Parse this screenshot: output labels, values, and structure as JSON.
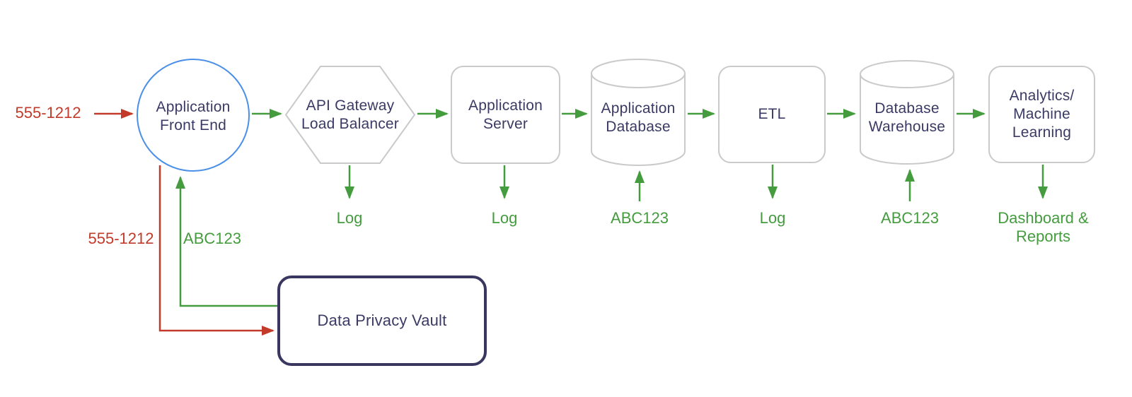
{
  "diagram": {
    "name": "Data privacy vault tokenization architecture",
    "colors": {
      "sensitive_red": "#c23b2a",
      "token_green": "#449c3e",
      "front_end_blue": "#4a8fe8",
      "shape_gray": "#c9cacc",
      "text_navy": "#3a3a64",
      "vault_border_navy": "#39375f",
      "background": "#ffffff"
    }
  },
  "nodes": [
    {
      "id": "front-end",
      "shape": "circle",
      "label": "Application Front End"
    },
    {
      "id": "api-gateway",
      "shape": "hexagon",
      "label": "API Gateway Load Balancer"
    },
    {
      "id": "app-server",
      "shape": "rect",
      "label": "Application Server"
    },
    {
      "id": "app-database",
      "shape": "cylinder",
      "label": "Application Database"
    },
    {
      "id": "etl",
      "shape": "rect",
      "label": "ETL"
    },
    {
      "id": "db-warehouse",
      "shape": "cylinder",
      "label": "Database Warehouse"
    },
    {
      "id": "analytics",
      "shape": "rect",
      "label": "Analytics/ Machine Learning"
    },
    {
      "id": "privacy-vault",
      "shape": "rect",
      "label": "Data Privacy Vault"
    }
  ],
  "flow_labels": {
    "input": "555-1212",
    "gateway_log": "Log",
    "server_log": "Log",
    "database_token": "ABC123",
    "etl_log": "Log",
    "warehouse_token": "ABC123",
    "analytics_output": "Dashboard & Reports",
    "vault_request": "555-1212",
    "vault_response": "ABC123"
  }
}
